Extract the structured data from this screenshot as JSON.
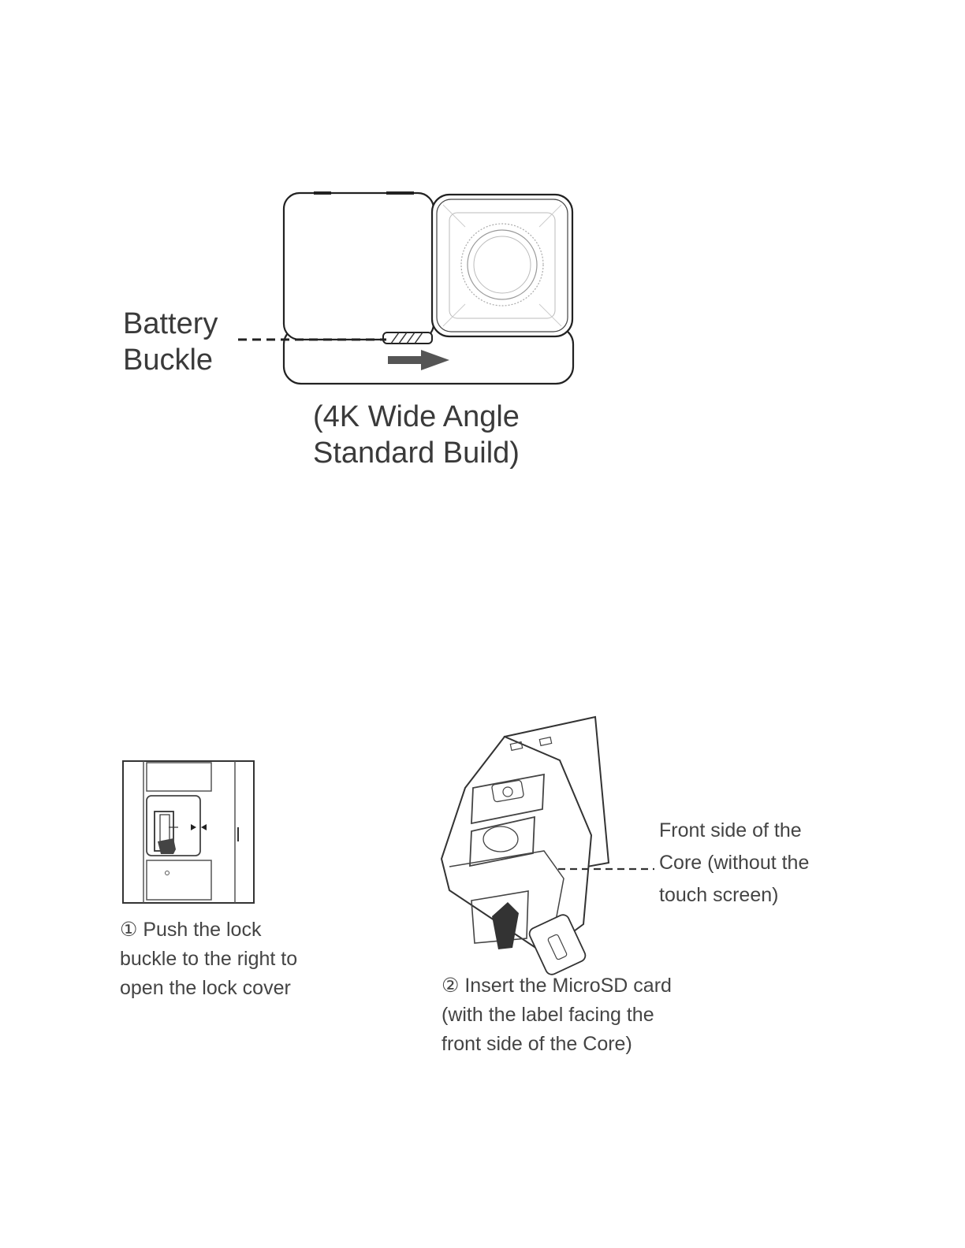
{
  "figure_top": {
    "callout": {
      "line1": "Battery",
      "line2": "Buckle"
    },
    "caption": {
      "line1": "(4K Wide Angle",
      "line2": "Standard Build)"
    }
  },
  "figure_step1": {
    "caption": {
      "line1": "① Push the lock",
      "line2": "buckle to the right to",
      "line3": "open the lock cover"
    }
  },
  "figure_step2": {
    "callout": {
      "line1": "Front side of the",
      "line2": "Core (without the",
      "line3": "touch screen)"
    },
    "caption": {
      "line1": "② Insert the MicroSD card",
      "line2": "(with the label facing the",
      "line3": "front side of the Core)"
    }
  }
}
